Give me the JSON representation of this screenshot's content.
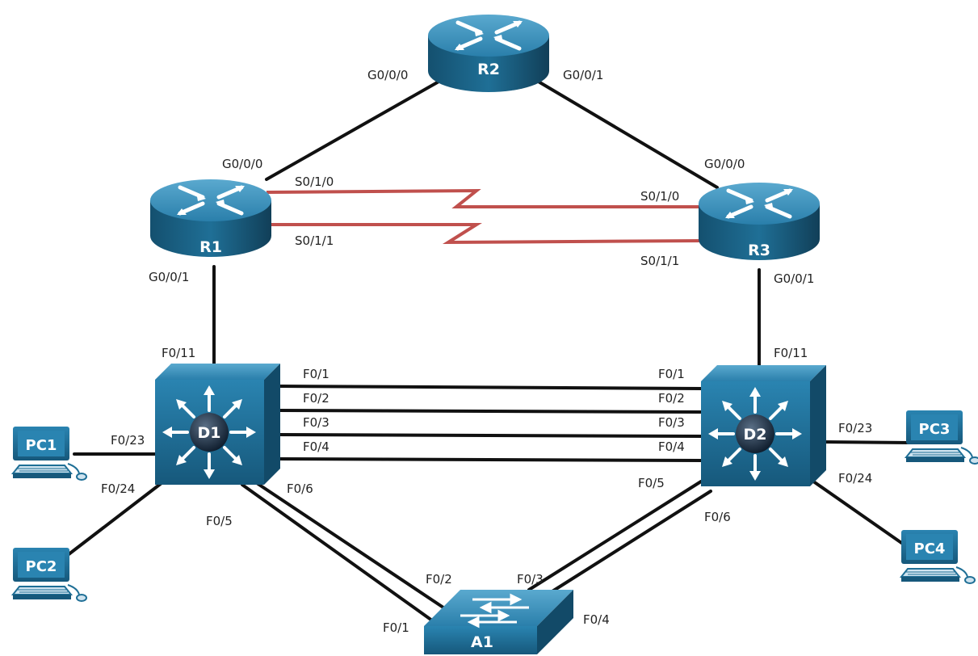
{
  "devices": {
    "r1": "R1",
    "r2": "R2",
    "r3": "R3",
    "d1": "D1",
    "d2": "D2",
    "a1": "A1",
    "pc1": "PC1",
    "pc2": "PC2",
    "pc3": "PC3",
    "pc4": "PC4"
  },
  "ports": {
    "r2_g000": "G0/0/0",
    "r2_g001": "G0/0/1",
    "r1_g000": "G0/0/0",
    "r1_s010": "S0/1/0",
    "r1_s011": "S0/1/1",
    "r1_g001": "G0/0/1",
    "r3_g000": "G0/0/0",
    "r3_s010": "S0/1/0",
    "r3_s011": "S0/1/1",
    "r3_g001": "G0/0/1",
    "d1_f011": "F0/11",
    "d1_f01": "F0/1",
    "d1_f02": "F0/2",
    "d1_f03": "F0/3",
    "d1_f04": "F0/4",
    "d1_f023": "F0/23",
    "d1_f024": "F0/24",
    "d1_f05": "F0/5",
    "d1_f06": "F0/6",
    "d2_f011": "F0/11",
    "d2_f01": "F0/1",
    "d2_f02": "F0/2",
    "d2_f03": "F0/3",
    "d2_f04": "F0/4",
    "d2_f023": "F0/23",
    "d2_f024": "F0/24",
    "d2_f05": "F0/5",
    "d2_f06": "F0/6",
    "a1_f01": "F0/1",
    "a1_f02": "F0/2",
    "a1_f03": "F0/3",
    "a1_f04": "F0/4"
  },
  "colors": {
    "device_blue": "#1f6f96",
    "ethernet_link": "#111111",
    "serial_link": "#c0504d"
  },
  "icons": {
    "router": "router-icon",
    "multilayer_switch": "multilayer-switch-icon",
    "switch": "switch-icon",
    "pc": "pc-icon"
  }
}
